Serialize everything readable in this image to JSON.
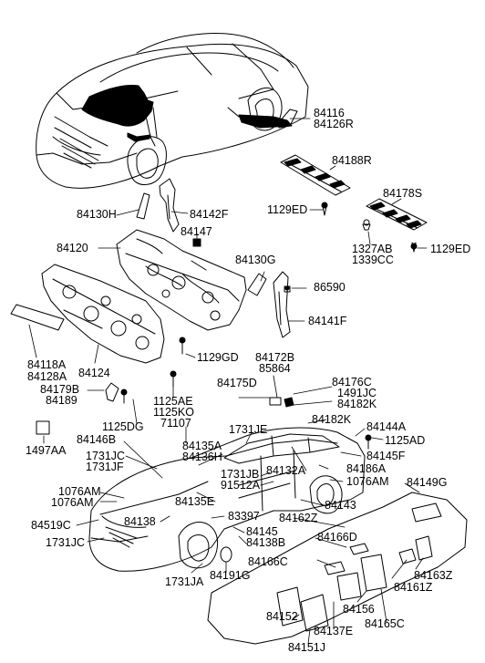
{
  "diagram": {
    "title": "",
    "labels": {
      "l84116": "84116",
      "l84126R": "84126R",
      "l84188R": "84188R",
      "l84178S": "84178S",
      "l84130H": "84130H",
      "l84142F": "84142F",
      "l1129ED_a": "1129ED",
      "l84147": "84147",
      "l1327AB": "1327AB",
      "l1339CC": "1339CC",
      "l1129ED_b": "1129ED",
      "l84120": "84120",
      "l84130G": "84130G",
      "l86590": "86590",
      "l84141F": "84141F",
      "l84118A": "84118A",
      "l84128A": "84128A",
      "l84124": "84124",
      "l1129GD": "1129GD",
      "l84172B": "84172B",
      "l85864": "85864",
      "l84179B": "84179B",
      "l84189": "84189",
      "l84175D": "84175D",
      "l84176C": "84176C",
      "l1491JC": "1491JC",
      "l84182K_a": "84182K",
      "l1125AE": "1125AE",
      "l1125KO": "1125KO",
      "l71107": "71107",
      "l84182K_b": "84182K",
      "l1125DG": "1125DG",
      "l1731JE": "1731JE",
      "l84144A": "84144A",
      "l84146B": "84146B",
      "l1125AD": "1125AD",
      "l1497AA": "1497AA",
      "l84135A": "84135A",
      "l84136H": "84136H",
      "l84145F": "84145F",
      "l1731JC": "1731JC",
      "l1731JF": "1731JF",
      "l84186A": "84186A",
      "l1731JB": "1731JB",
      "l84132A": "84132A",
      "l1076AM_r": "1076AM",
      "l91512A": "91512A",
      "l84149G": "84149G",
      "l1076AM_a": "1076AM",
      "l1076AM_b": "1076AM",
      "l84135E": "84135E",
      "l84143": "84143",
      "l84519C": "84519C",
      "l84138": "84138",
      "l83397": "83397",
      "l84162Z": "84162Z",
      "l84145": "84145",
      "l84166D": "84166D",
      "l1731JC_b": "1731JC",
      "l84138B": "84138B",
      "l84166C": "84166C",
      "l84163Z": "84163Z",
      "l84191G": "84191G",
      "l84161Z": "84161Z",
      "l1731JA": "1731JA",
      "l84156": "84156",
      "l84152": "84152",
      "l84165C": "84165C",
      "l84137E": "84137E",
      "l84151J": "84151J"
    }
  }
}
